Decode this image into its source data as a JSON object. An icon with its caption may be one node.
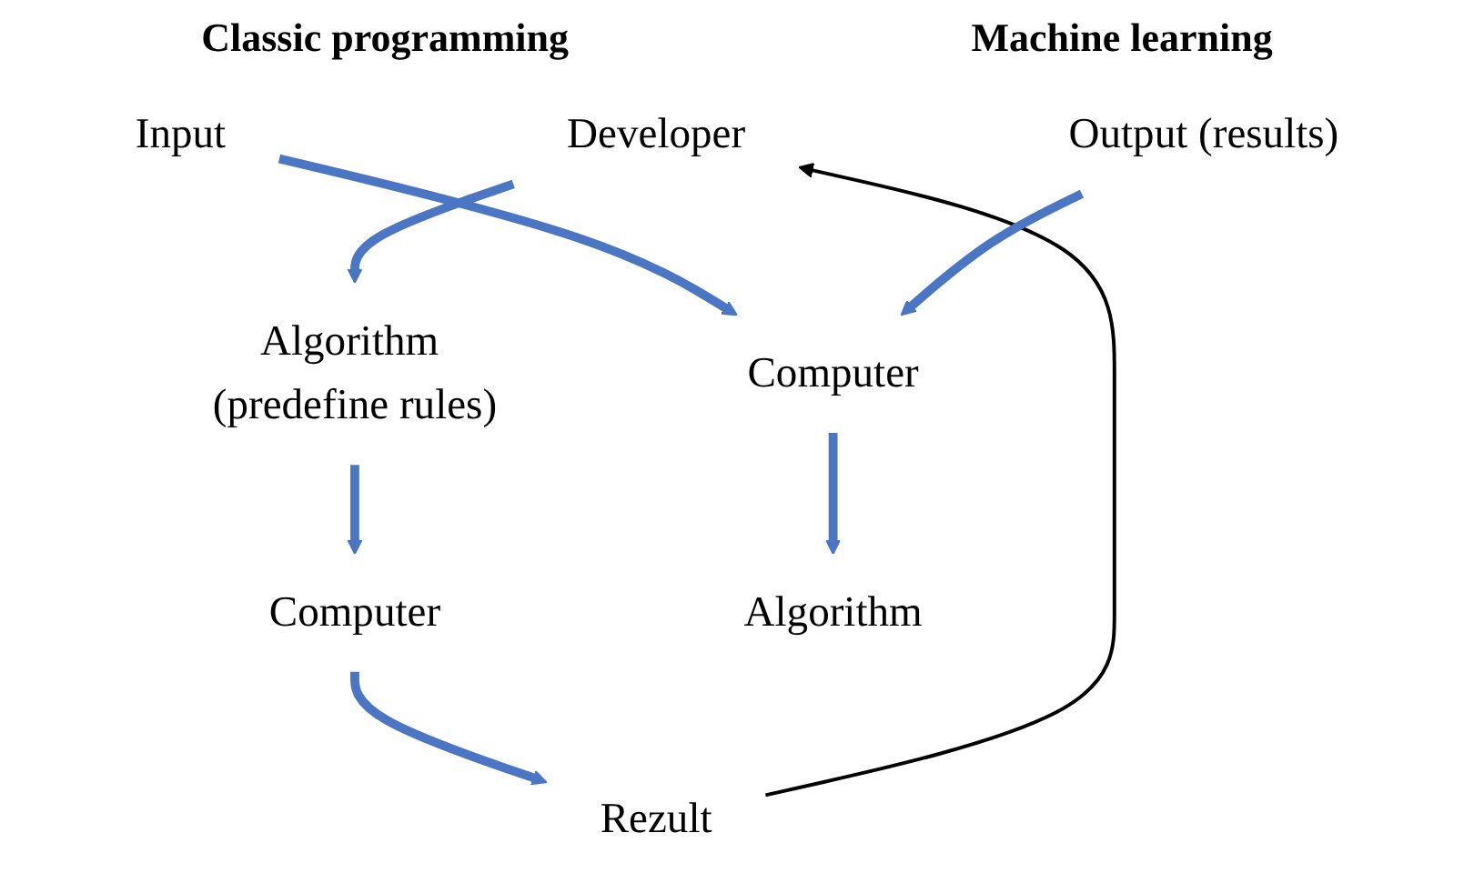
{
  "diagram": {
    "nodes": [
      {
        "text": [
          "Developer"
        ]
      },
      {
        "text": [
          "Algorithm (predefine rules)"
        ]
      },
      {
        "text": [
          "Computer"
        ]
      },
      {
        "text": [
          "Rezult"
        ]
      },
      {
        "text": [
          "Input"
        ]
      },
      {
        "text": [
          "Output (results)"
        ]
      },
      {
        "text": [
          "Computer"
        ]
      },
      {
        "text": [
          "Algorithm"
        ]
      }
    ],
    "edges": [
      {
        "from": 0,
        "to": 1,
        "arrow": "to"
      },
      {
        "from": 1,
        "to": 2,
        "arrow": "to"
      },
      {
        "from": 2,
        "to": 3,
        "arrow": "to"
      },
      {
        "from": 3,
        "to": 0,
        "arrow": "to",
        "color": "#000000"
      },
      {
        "from": 4,
        "to": 6,
        "arrow": "to"
      },
      {
        "from": 5,
        "to": 6,
        "arrow": "to"
      },
      {
        "from": 6,
        "to": 7,
        "arrow": "to"
      }
    ],
    "labels": [
      "Classic programming",
      "Machine learning"
    ]
  }
}
